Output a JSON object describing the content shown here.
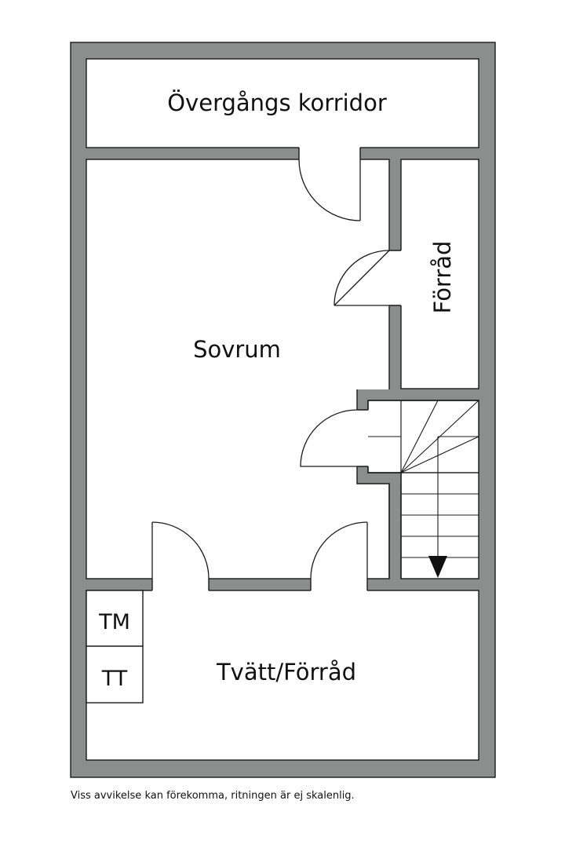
{
  "rooms": {
    "corridor": "Övergångs korridor",
    "bedroom": "Sovrum",
    "storage": "Förråd",
    "laundry": "Tvätt/Förråd"
  },
  "appliances": {
    "washer": "TM",
    "dryer": "TT"
  },
  "footer": {
    "disclaimer": "Viss avvikelse kan förekomma, ritningen är ej skalenlig."
  },
  "colors": {
    "wall": "#8c8e8e",
    "line": "#1a1a1a",
    "floor": "#ffffff"
  }
}
